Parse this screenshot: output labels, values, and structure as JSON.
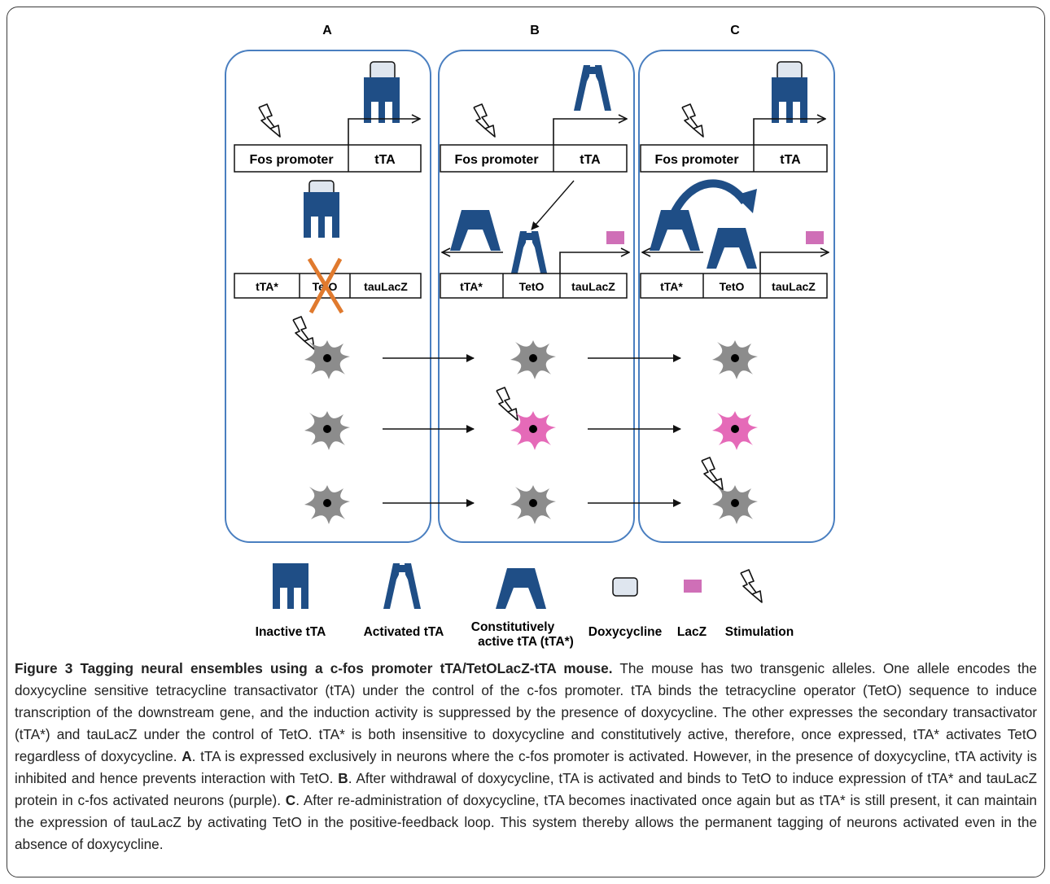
{
  "panels": {
    "a": {
      "label": "A",
      "promoter": "Fos promoter",
      "gene": "tTA",
      "responder": [
        "tTA*",
        "TetO",
        "tauLacZ"
      ]
    },
    "b": {
      "label": "B",
      "promoter": "Fos promoter",
      "gene": "tTA",
      "responder": [
        "tTA*",
        "TetO",
        "tauLacZ"
      ]
    },
    "c": {
      "label": "C",
      "promoter": "Fos promoter",
      "gene": "tTA",
      "responder": [
        "tTA*",
        "TetO",
        "tauLacZ"
      ]
    }
  },
  "legend": {
    "inactive": "Inactive tTA",
    "activated": "Activated tTA",
    "constitutive_1": "Constitutively",
    "constitutive_2": "active tTA (tTA*)",
    "doxycycline": "Doxycycline",
    "lacz": "LacZ",
    "stimulation": "Stimulation"
  },
  "colors": {
    "panel_border": "#4a7fc0",
    "protein": "#1f4e86",
    "doxycycline_fill": "#dfe6ef",
    "lacz": "#cf6fb7",
    "neuron_gray": "#8c8c8c",
    "neuron_pink": "#e56ab8",
    "block_x": "#e07a2e"
  },
  "caption": {
    "title": "Figure 3 Tagging neural ensembles using a c-fos promoter tTA/TetOLacZ-tTA mouse.",
    "p1": " The mouse has two transgenic alleles. One allele encodes the doxycycline sensitive tetracycline transactivator (tTA) under the control of the c-fos promoter. tTA binds the tetracycline operator (TetO) sequence to induce transcription of the downstream gene, and the induction activity is suppressed by the presence of doxycycline. The other expresses the secondary transactivator (tTA*) and tauLacZ under the control of TetO. tTA* is both insensitive to doxycycline and constitutively active, therefore, once expressed, tTA* activates TetO regardless of doxycycline. ",
    "a_label": "A",
    "a_text": ". tTA is expressed exclusively in neurons where the c-fos promoter is activated. However, in the presence of doxycycline, tTA activity is inhibited and hence prevents interaction with TetO. ",
    "b_label": "B",
    "b_text": ". After withdrawal of doxycycline, tTA is activated and binds to TetO to induce expression of tTA* and tauLacZ protein in c-fos activated neurons (purple). ",
    "c_label": "C",
    "c_text": ". After re-administration of doxycycline, tTA becomes inactivated once again but as tTA* is still present, it can maintain the expression of tauLacZ by activating TetO in the positive-feedback loop. This system thereby allows the permanent tagging of neurons activated even in the absence of doxycycline."
  }
}
